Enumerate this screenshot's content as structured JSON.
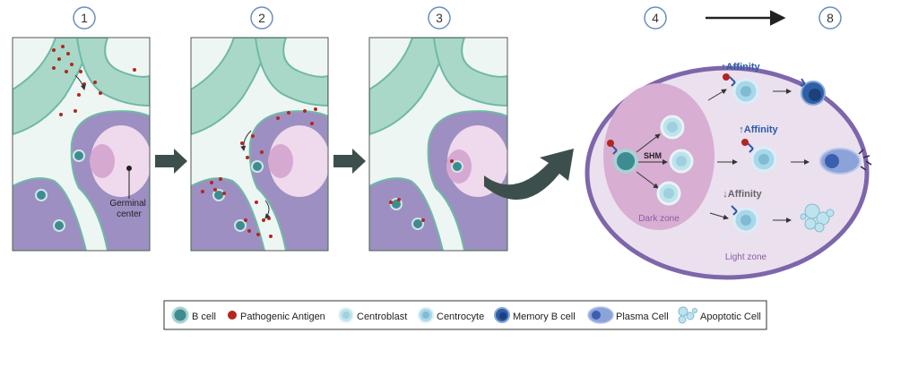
{
  "steps": [
    "1",
    "2",
    "3",
    "4",
    "8"
  ],
  "panel1": {
    "label": "Germinal\ncenter"
  },
  "zoom": {
    "shm": "SHM",
    "dark_zone": "Dark zone",
    "light_zone": "Light zone",
    "affinity_up_1": "↑Affinity",
    "affinity_up_2": "↑Affinity",
    "affinity_down": "↓Affinity"
  },
  "legend": {
    "items": [
      {
        "label": "B cell",
        "icon": "b-cell-icon"
      },
      {
        "label": "Pathogenic Antigen",
        "icon": "antigen-icon"
      },
      {
        "label": "Centroblast",
        "icon": "centroblast-icon"
      },
      {
        "label": "Centrocyte",
        "icon": "centrocyte-icon"
      },
      {
        "label": "Memory B cell",
        "icon": "memory-b-cell-icon"
      },
      {
        "label": "Plasma Cell",
        "icon": "plasma-cell-icon"
      },
      {
        "label": "Apoptotic Cell",
        "icon": "apoptotic-cell-icon"
      }
    ]
  },
  "colors": {
    "tissue_light": "#eef6f3",
    "vessel": "#a9d8c9",
    "vessel_stroke": "#6fb9a6",
    "follicle": "#9d8fc2",
    "gc": "#efd9ec",
    "antigen": "#b3261e",
    "bcell": "#3f8c90",
    "oval_fill": "#ebe0ee",
    "oval_stroke": "#7d66aa",
    "dark_zone": "#d8aed2",
    "blue_text": "#2c5aa8",
    "arrow": "#3d4f4c"
  }
}
